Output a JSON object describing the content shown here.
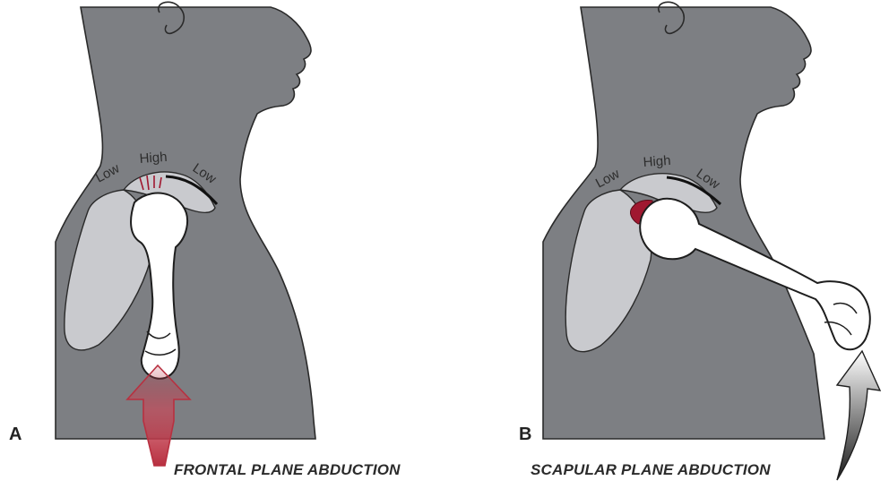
{
  "panels": [
    {
      "letter": "A",
      "caption": "FRONTAL PLANE ABDUCTION",
      "labels": {
        "left": "Low",
        "center": "High",
        "right": "Low"
      }
    },
    {
      "letter": "B",
      "caption": "SCAPULAR PLANE ABDUCTION",
      "labels": {
        "left": "Low",
        "center": "High",
        "right": "Low"
      }
    }
  ],
  "colors": {
    "body": "#7d7f83",
    "scapula": "#c9cace",
    "bone": "#ffffff",
    "outline": "#1e1e1e",
    "impingement": "#a01830",
    "arrow_red": "#b83040"
  }
}
